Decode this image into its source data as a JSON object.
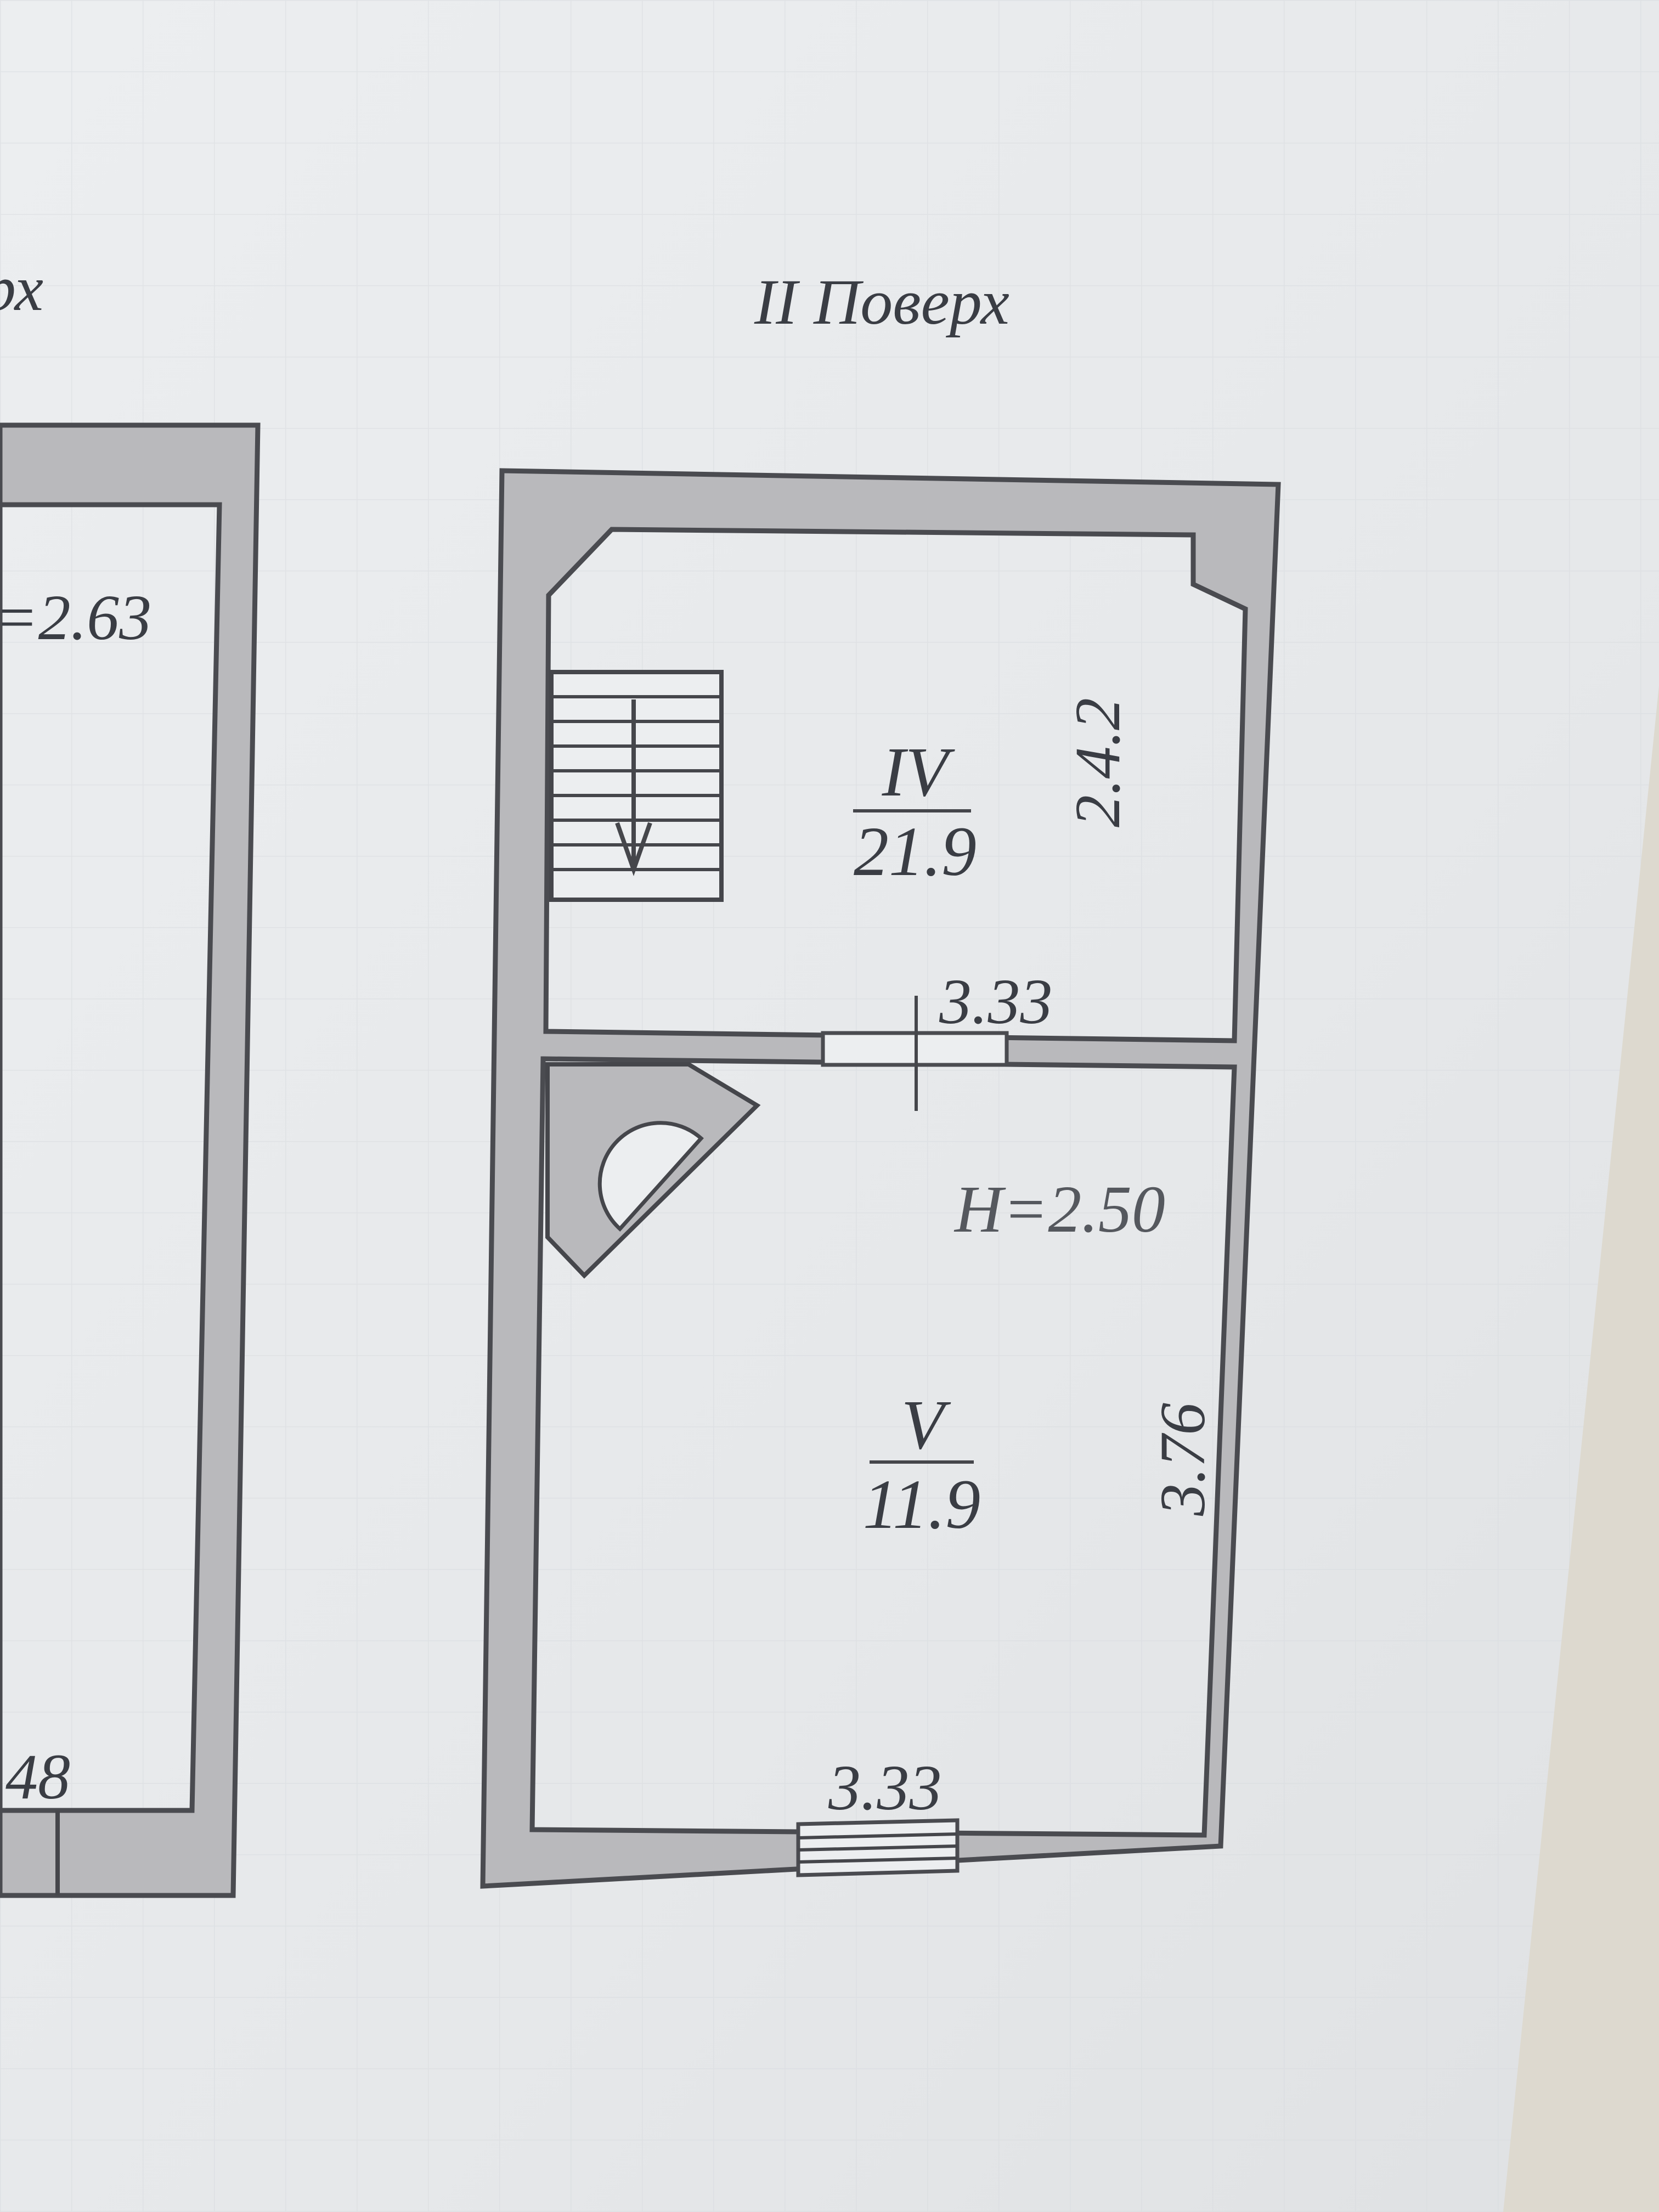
{
  "page": {
    "title_left_fragment": "рх",
    "title_main": "II  Поверх"
  },
  "left_plan": {
    "height_fragment": "=2.63",
    "dim_fragment": "48"
  },
  "floor_plan": {
    "rooms": [
      {
        "numeral": "IV",
        "area": "21.9"
      },
      {
        "numeral": "V",
        "area": "11.9"
      }
    ],
    "dimensions": {
      "room4_height": "2.4.2",
      "room4_width": "3.33",
      "room5_height_label": "H=2.50",
      "room5_height": "3.76",
      "room5_width": "3.33"
    },
    "icons": [
      "staircase-icon",
      "stair-direction-arrow-icon",
      "stove-icon",
      "door-icon",
      "window-icon"
    ]
  },
  "colors": {
    "paper": "#ecedef",
    "wall_fill": "#b9b9bc",
    "ink": "#3a3d44",
    "background": "#ddd9cf"
  }
}
